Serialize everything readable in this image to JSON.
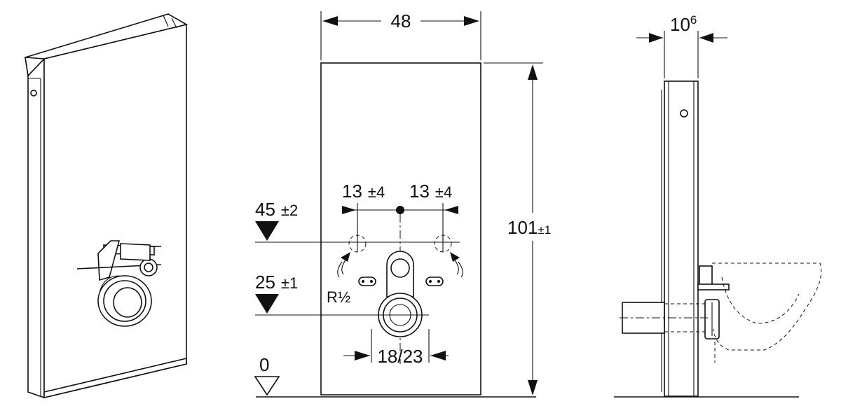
{
  "dimensions": {
    "width": "48",
    "height_main": "101",
    "height_tol": "±1",
    "depth_base": "10",
    "depth_sup": "6",
    "spacing_left": "13",
    "spacing_left_tol": "±4",
    "spacing_right": "13",
    "spacing_right_tol": "±4",
    "level_upper": "45",
    "level_upper_tol": "±2",
    "level_lower": "25",
    "level_lower_tol": "±1",
    "level_zero": "0",
    "bowl_spacing": "18/23",
    "thread": "R½"
  },
  "colors": {
    "line": "#111111",
    "background": "#ffffff"
  }
}
